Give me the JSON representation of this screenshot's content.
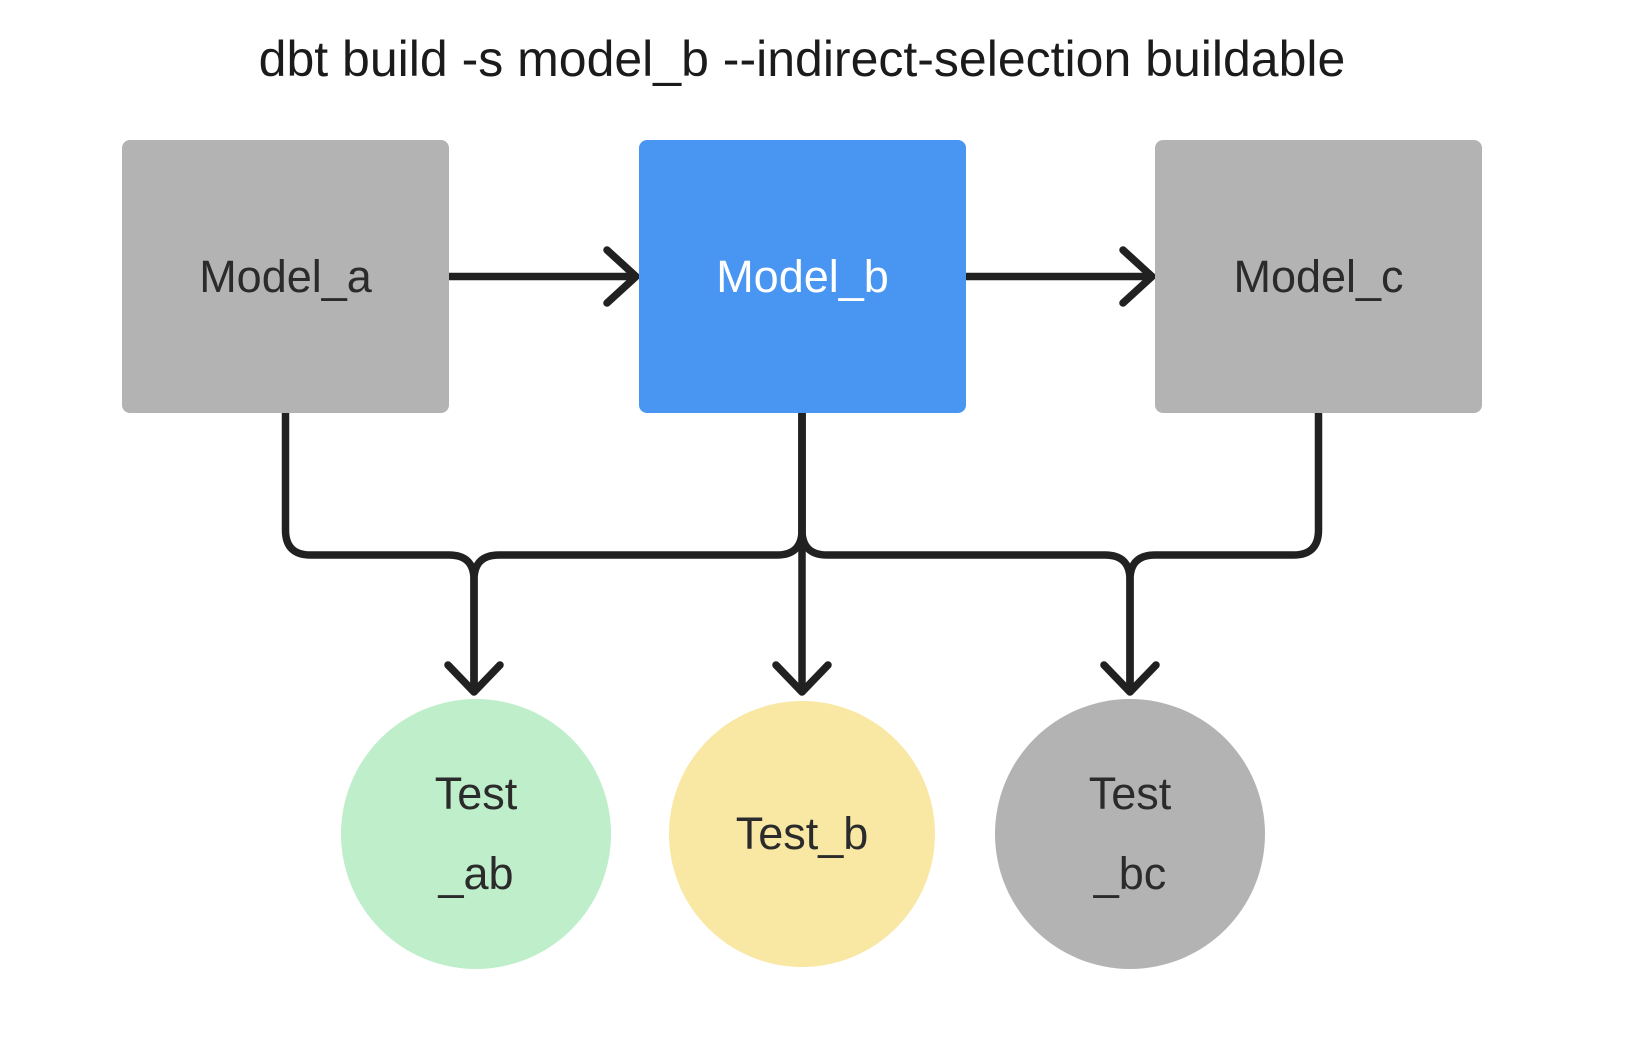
{
  "title": "dbt build -s model_b --indirect-selection buildable",
  "nodes": {
    "model_a": {
      "label": "Model_a",
      "type": "model",
      "state": "unselected"
    },
    "model_b": {
      "label": "Model_b",
      "type": "model",
      "state": "selected"
    },
    "model_c": {
      "label": "Model_c",
      "type": "model",
      "state": "unselected"
    },
    "test_ab": {
      "label_line1": "Test",
      "label_line2": "_ab",
      "type": "test",
      "state": "included"
    },
    "test_b": {
      "label": "Test_b",
      "type": "test",
      "state": "included"
    },
    "test_bc": {
      "label_line1": "Test",
      "label_line2": "_bc",
      "type": "test",
      "state": "excluded"
    }
  },
  "edges": [
    {
      "from": "Model_a",
      "to": "Model_b"
    },
    {
      "from": "Model_b",
      "to": "Model_c"
    },
    {
      "from": "Model_a",
      "to": "Test_ab"
    },
    {
      "from": "Model_b",
      "to": "Test_ab"
    },
    {
      "from": "Model_b",
      "to": "Test_b"
    },
    {
      "from": "Model_b",
      "to": "Test_bc"
    },
    {
      "from": "Model_c",
      "to": "Test_bc"
    }
  ],
  "colors": {
    "selected_blue": "#4996f2",
    "unselected_gray": "#b3b3b3",
    "included_green": "#bfeeca",
    "included_yellow": "#f9e7a4",
    "edge_dark": "#212121",
    "background": "#ffffff"
  }
}
